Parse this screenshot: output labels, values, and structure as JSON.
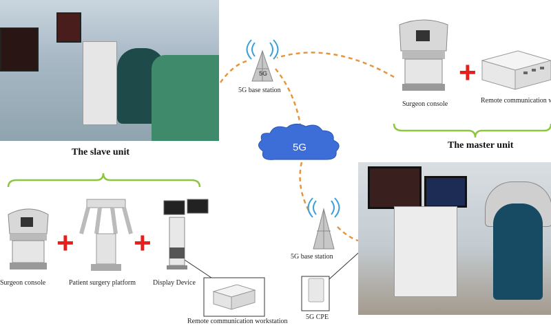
{
  "slave_unit": {
    "title": "The slave unit",
    "components": {
      "surgeon_console": "Surgeon console",
      "patient_platform": "Patient surgery platform",
      "display_device": "Display Device",
      "workstation": "Remote communication workstation"
    }
  },
  "master_unit": {
    "title": "The master unit",
    "components": {
      "surgeon_console": "Surgeon console",
      "workstation": "Remote communication w"
    }
  },
  "network": {
    "cloud_label": "5G",
    "base_station_top": "5G base station",
    "base_station_bottom": "5G base station",
    "cpe": "5G CPE",
    "antenna_badge": "5G"
  },
  "colors": {
    "bracket": "#8cc63f",
    "link": "#e5963a",
    "cloud": "#3d6dd6",
    "plus": "#e3201c"
  }
}
